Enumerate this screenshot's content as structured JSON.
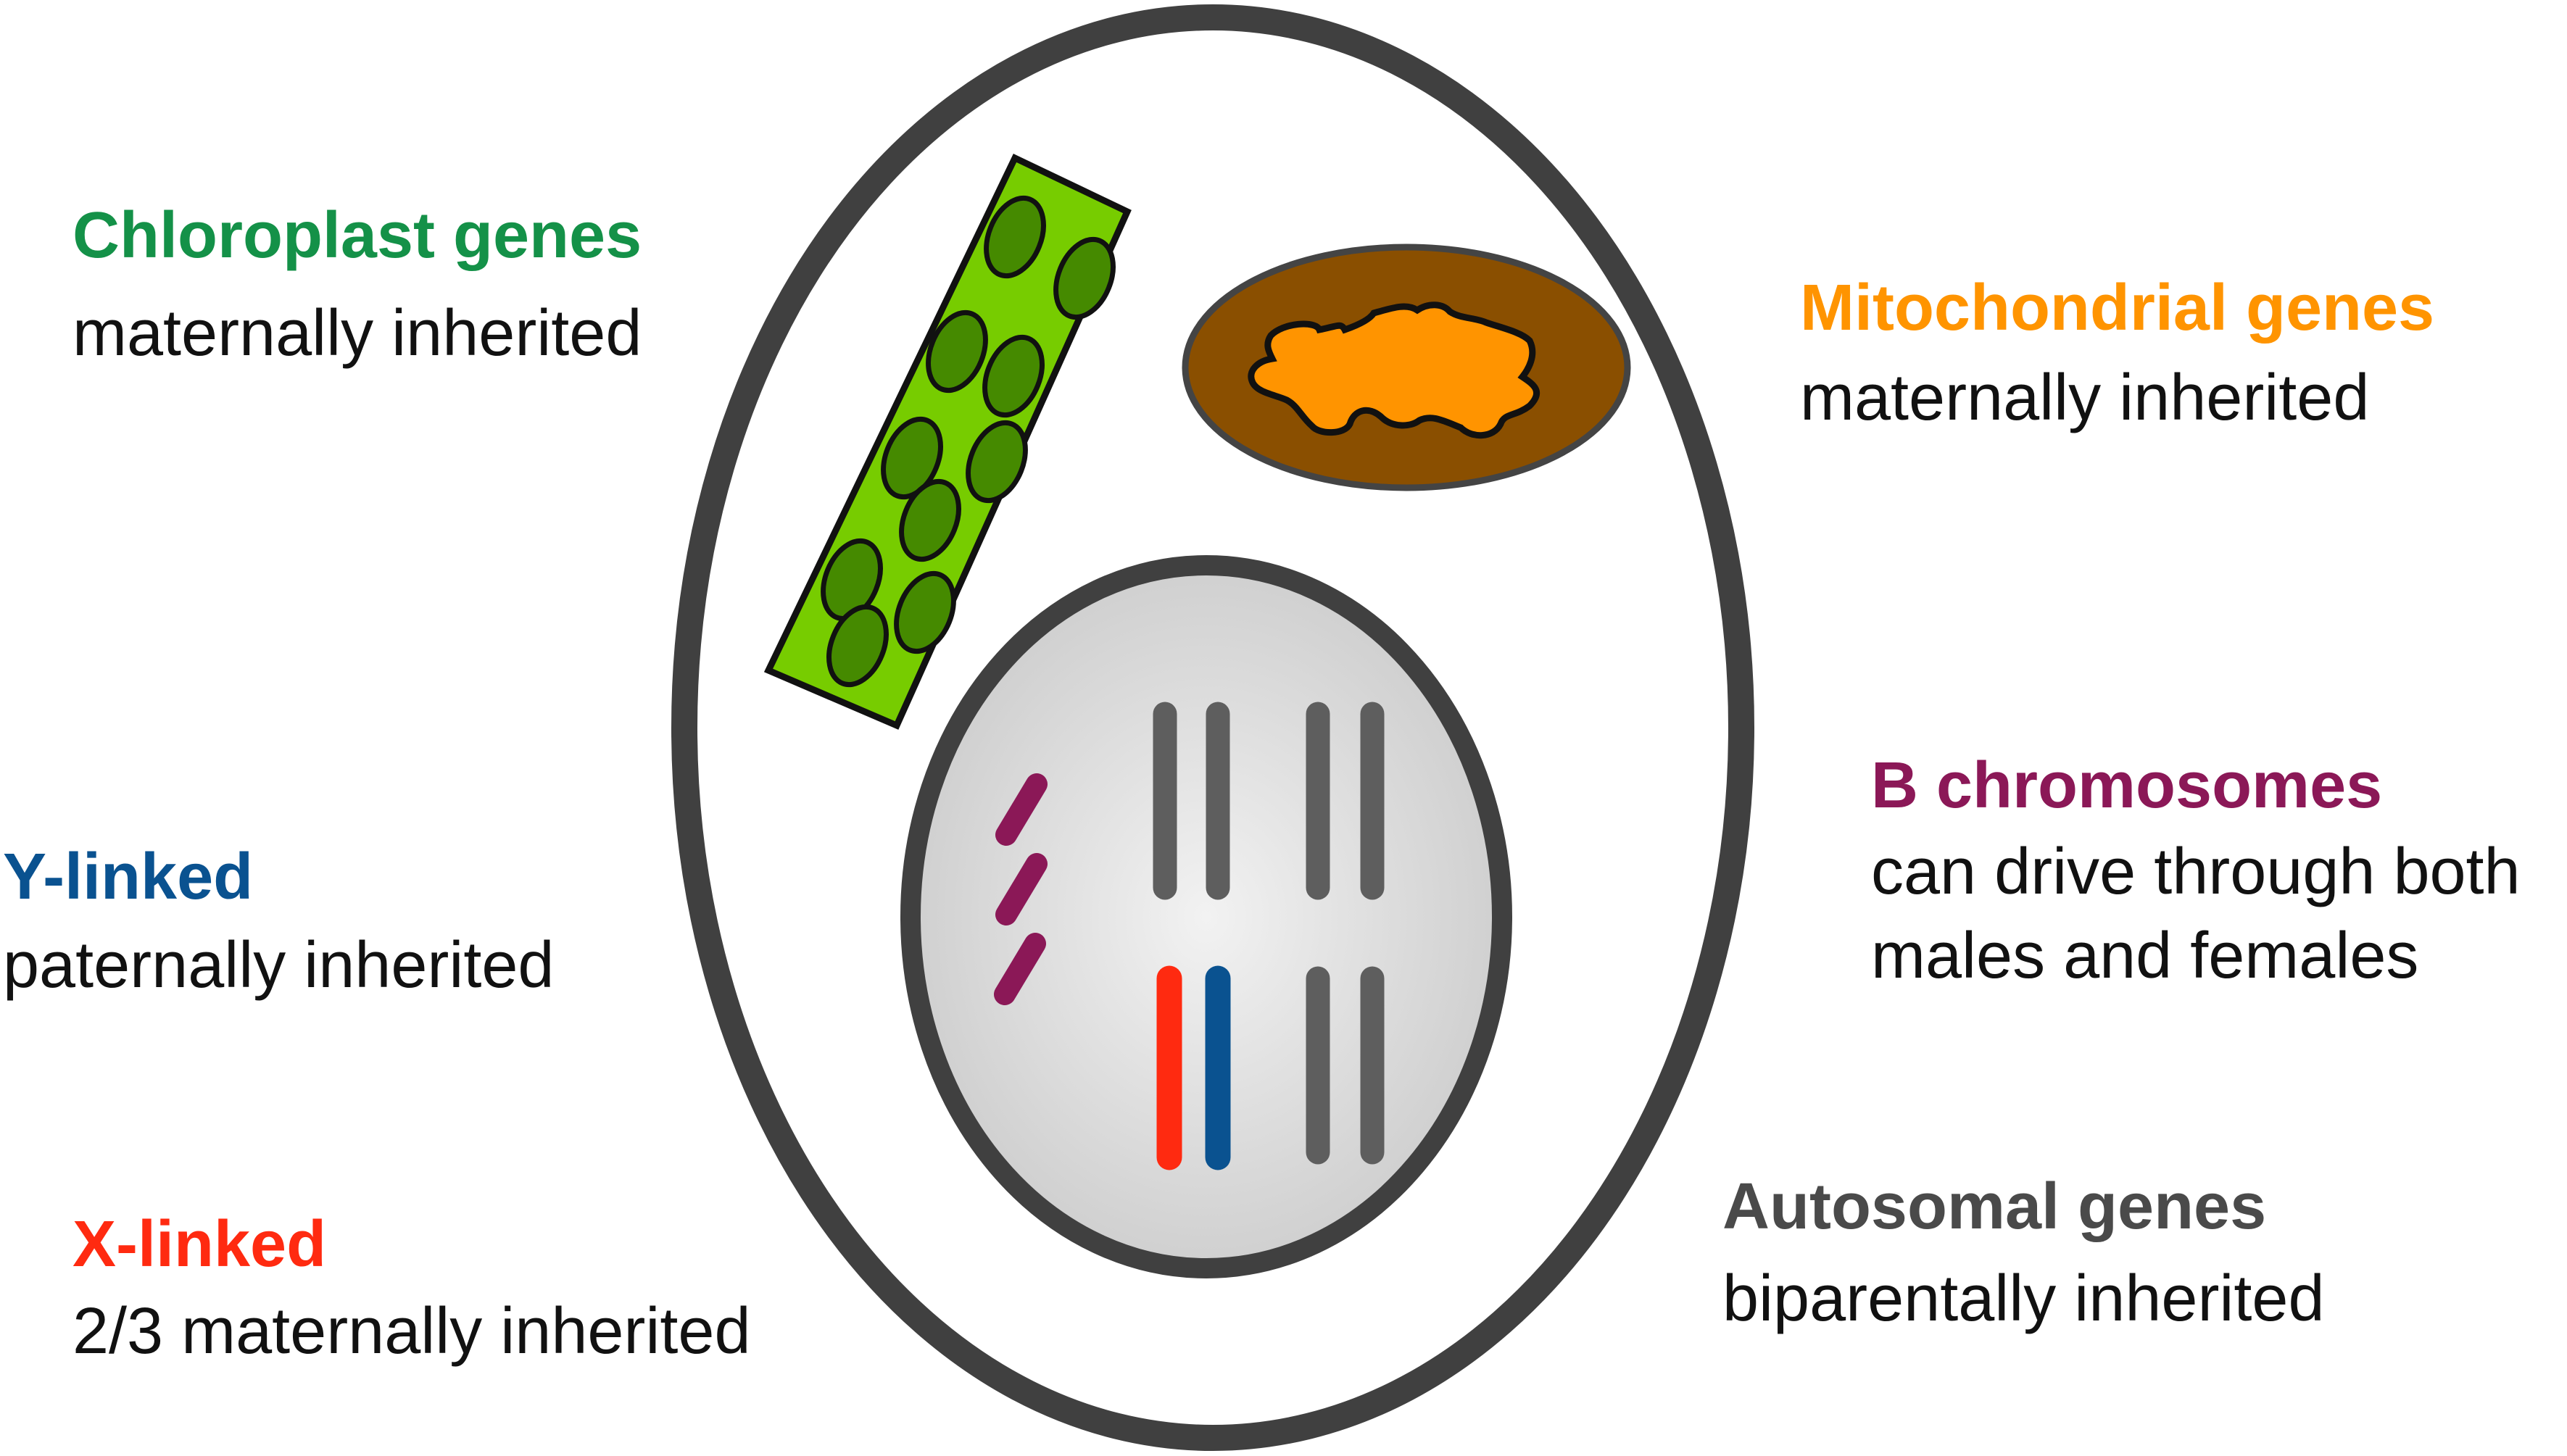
{
  "colors": {
    "cell_outline": "#404040",
    "chloroplast_fill": "#77cc00",
    "chloroplast_outline": "#111111",
    "thylakoid_fill": "#458a00",
    "mito_fill": "#8a4f00",
    "mito_inner": "#ff9400",
    "nucleus_fill": "#d6d6d6",
    "autosome": "#5e5e5e",
    "x_chromosome": "#ff2a10",
    "y_chromosome": "#0a5290",
    "b_chromosome": "#8b1857",
    "chloroplast_text": "#149148",
    "mito_text": "#ff9400",
    "b_text": "#8b1857",
    "y_text": "#0a5290",
    "x_text": "#ff2a10",
    "auto_text": "#4a4a4a"
  },
  "labels": {
    "chloroplast": {
      "title": "Chloroplast genes",
      "line1": "maternally inherited"
    },
    "mitochondrial": {
      "title": "Mitochondrial genes",
      "line1": "maternally inherited"
    },
    "b_chromosomes": {
      "title": "B chromosomes",
      "line1": "can drive through both",
      "line2": "males and females"
    },
    "y_linked": {
      "title": "Y-linked",
      "line1": "paternally inherited"
    },
    "x_linked": {
      "title": "X-linked",
      "line1": "2/3 maternally inherited"
    },
    "autosomal": {
      "title": "Autosomal genes",
      "line1": "biparentally inherited"
    }
  }
}
